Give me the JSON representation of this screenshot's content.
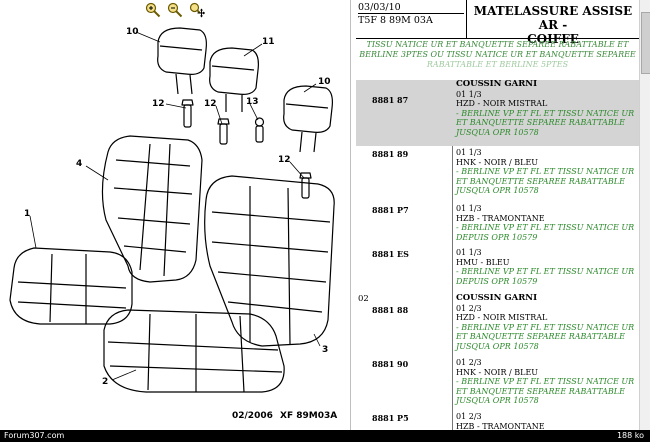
{
  "toolbar": {
    "icons": [
      "zoom-in-icon",
      "zoom-out-icon",
      "pan-icon"
    ]
  },
  "diagram": {
    "callouts": [
      "10",
      "11",
      "12",
      "12",
      "13",
      "12",
      "10",
      "4",
      "1",
      "3",
      "2"
    ],
    "ref_date": "02/2006",
    "ref_code": "XF 89M03A"
  },
  "header": {
    "date": "03/03/10",
    "code": "T5F 8 89M 03A",
    "title_line1": "MATELASSURE ASSISE AR -",
    "title_line2": "COIFFE"
  },
  "subtitle": {
    "line1": "TISSU NATICE UR ET BANQUETTE SEPAREE RABATTABLE ET",
    "line2": "BERLINE 3PTES OU TISSU NATICE UR ET BANQUETTE SEPAREE",
    "line3": "RABATTABLE ET BERLINE 5PTES"
  },
  "groups": [
    "01",
    "02"
  ],
  "parts": [
    {
      "ref": "8881 87",
      "qty": "01 1/3",
      "name": "COUSSIN GARNI",
      "color": "HZD - NOIR MISTRAL",
      "notes": [
        "- BERLINE VP ET FL ET TISSU NATICE UR",
        "ET BANQUETTE SEPAREE RABATTABLE",
        "JUSQUA OPR 10578"
      ]
    },
    {
      "ref": "8881 89",
      "qty": "01 1/3",
      "name": "",
      "color": "HNK - NOIR / BLEU",
      "notes": [
        "- BERLINE VP ET FL ET TISSU NATICE UR",
        "ET BANQUETTE SEPAREE RABATTABLE",
        "JUSQUA OPR 10578"
      ]
    },
    {
      "ref": "8881 P7",
      "qty": "01 1/3",
      "name": "",
      "color": "HZB - TRAMONTANE",
      "notes": [
        "- BERLINE VP ET FL ET TISSU NATICE UR",
        "DEPUIS OPR 10579"
      ]
    },
    {
      "ref": "8881 ES",
      "qty": "01 1/3",
      "name": "",
      "color": "HMU - BLEU",
      "notes": [
        "- BERLINE VP ET FL ET TISSU NATICE UR",
        "DEPUIS OPR 10579"
      ]
    },
    {
      "ref": "8881 88",
      "qty": "01 2/3",
      "name": "COUSSIN GARNI",
      "color": "HZD - NOIR MISTRAL",
      "notes": [
        "- BERLINE VP ET FL ET TISSU NATICE UR",
        "ET BANQUETTE SEPAREE RABATTABLE",
        "JUSQUA OPR 10578"
      ]
    },
    {
      "ref": "8881 90",
      "qty": "01 2/3",
      "name": "",
      "color": "HNK - NOIR / BLEU",
      "notes": [
        "- BERLINE VP ET FL ET TISSU NATICE UR",
        "ET BANQUETTE SEPAREE RABATTABLE",
        "JUSQUA OPR 10578"
      ]
    },
    {
      "ref": "8881 P5",
      "qty": "01 2/3",
      "name": "",
      "color": "HZB - TRAMONTANE",
      "notes": []
    }
  ],
  "status": {
    "left": "Forum307.com",
    "right": "188 ko"
  }
}
